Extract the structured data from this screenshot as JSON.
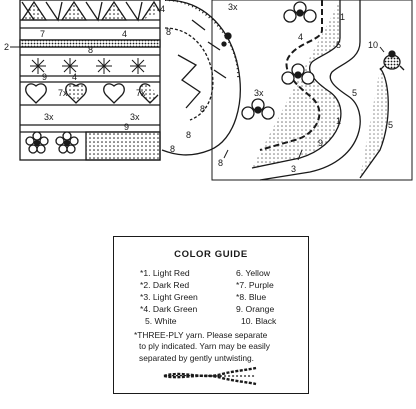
{
  "pattern_labels": {
    "callout_2": "2",
    "callout_3": "3",
    "callout_8": "8",
    "callout_10": "10",
    "row_7": "7",
    "row_4": "4",
    "row_8_left": "8",
    "row_8_mid": "8",
    "row_9": "9",
    "top_3x": "3x",
    "top_4": "4",
    "heart_7x_left": "7x",
    "heart_7x_right": "7x",
    "block_3x_left": "3x",
    "block_3x_right": "3x",
    "block_9": "9",
    "block_4": "4",
    "wave_1": "1",
    "wave_4": "4",
    "wave_5_top": "5",
    "wave_5_mid": "5",
    "wave_5_low": "5",
    "wave_1_low": "1",
    "wave_9": "9",
    "c_8": "8",
    "c_8_low": "8",
    "c_8_bottom": "8",
    "c_3x": "3x"
  },
  "guide": {
    "title": "COLOR GUIDE",
    "colors": [
      {
        "left": "*1. Light Red",
        "right": "6. Yellow"
      },
      {
        "left": "*2. Dark Red",
        "right": "*7. Purple"
      },
      {
        "left": "*3. Light Green",
        "right": "*8. Blue"
      },
      {
        "left": "*4. Dark Green",
        "right": "9. Orange"
      },
      {
        "left": "5. White",
        "right": "10. Black"
      }
    ],
    "note_lines": [
      "*THREE-PLY yarn. Please separate",
      "to ply indicated. Yarn may be easily",
      "separated by gently untwisting."
    ]
  }
}
